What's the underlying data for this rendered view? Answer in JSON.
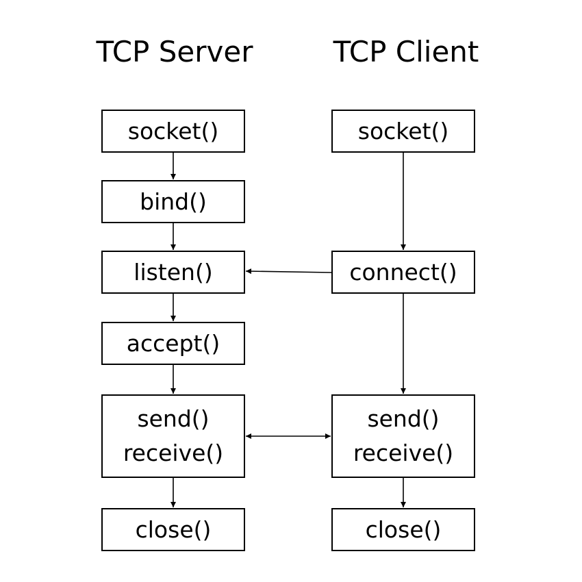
{
  "server": {
    "title": "TCP Server",
    "steps": {
      "socket": "socket()",
      "bind": "bind()",
      "listen": "listen()",
      "accept": "accept()",
      "send": "send()",
      "receive": "receive()",
      "close": "close()"
    }
  },
  "client": {
    "title": "TCP Client",
    "steps": {
      "socket": "socket()",
      "connect": "connect()",
      "send": "send()",
      "receive": "receive()",
      "close": "close()"
    }
  },
  "colors": {
    "stroke": "#000000",
    "background": "#ffffff"
  }
}
